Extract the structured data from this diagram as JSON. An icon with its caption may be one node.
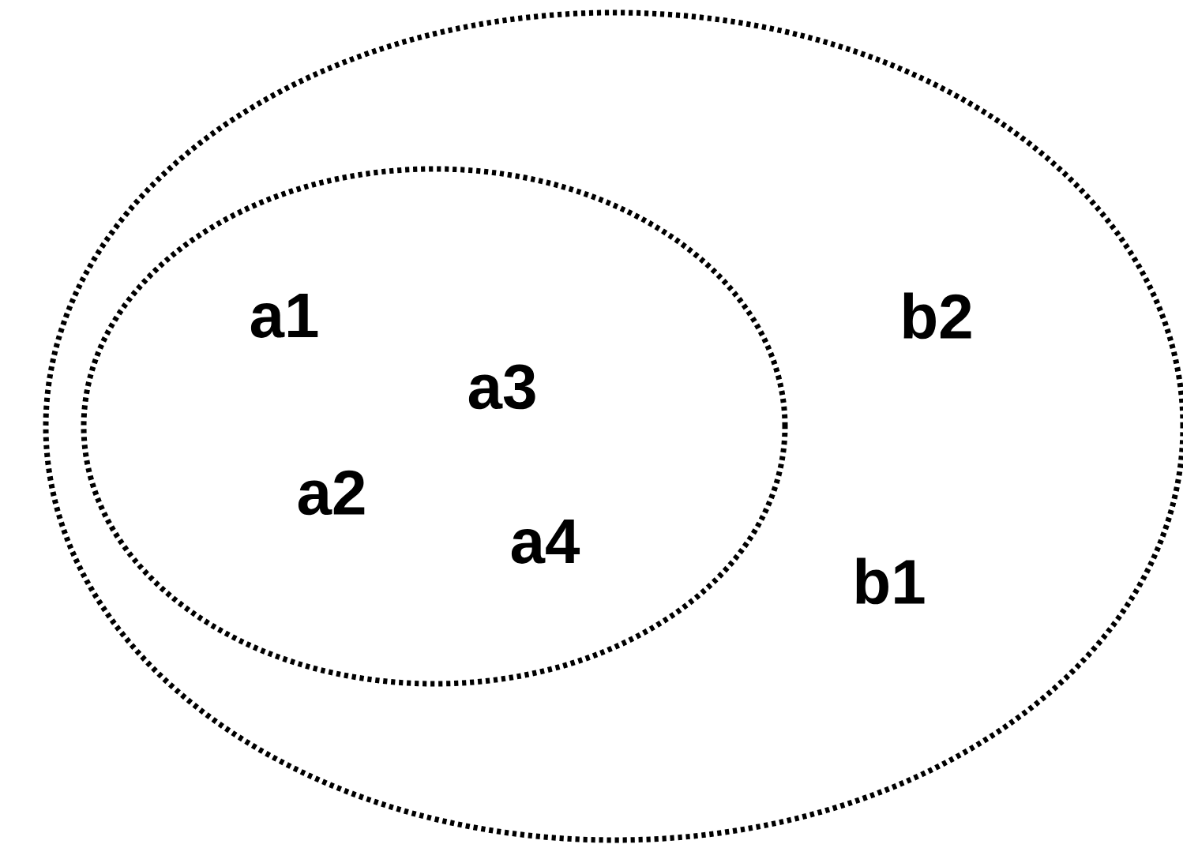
{
  "diagram": {
    "nodes": [
      {
        "text": [],
        "shape": "ellipse"
      },
      {
        "text": [],
        "shape": "ellipse",
        "in": 0
      },
      {
        "text": [
          "a1"
        ],
        "in": 1
      },
      {
        "text": [
          "a3"
        ],
        "in": 1
      },
      {
        "text": [
          "a2"
        ],
        "in": 1
      },
      {
        "text": [
          "a4"
        ],
        "in": 1
      },
      {
        "text": [
          "b2"
        ],
        "in": 0
      },
      {
        "text": [
          "b1"
        ],
        "in": 0
      }
    ]
  }
}
